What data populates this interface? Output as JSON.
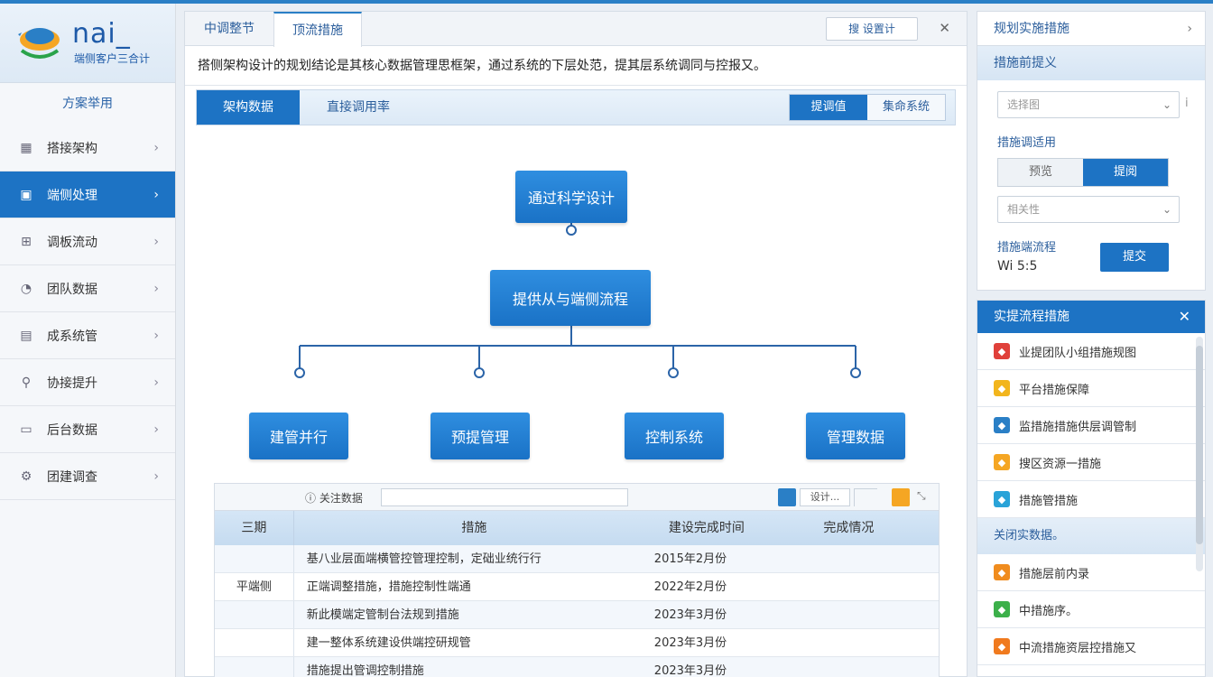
{
  "brand": {
    "logo_text": "nai_",
    "subtitle": "端侧客户三合计"
  },
  "sidebar": {
    "title": "方案举用",
    "items": [
      {
        "label": "搭接架构",
        "icon": "grid-icon"
      },
      {
        "label": "端侧处理",
        "icon": "briefcase-icon",
        "active": true
      },
      {
        "label": "调板流动",
        "icon": "flow-icon"
      },
      {
        "label": "团队数据",
        "icon": "chart-icon"
      },
      {
        "label": "成系统管",
        "icon": "table-icon"
      },
      {
        "label": "协接提升",
        "icon": "people-icon"
      },
      {
        "label": "后台数据",
        "icon": "monitor-icon"
      },
      {
        "label": "团建调查",
        "icon": "settings-icon"
      }
    ]
  },
  "tabs": [
    {
      "label": "中调整节"
    },
    {
      "label": "顶流措施"
    }
  ],
  "tab_tool": {
    "label": "搜 设置计"
  },
  "description": "搭侧架构设计的规划结论是其核心数据管理思框架，通过系统的下层处范，提其层系统调同与控报又。",
  "subtabs": [
    {
      "label": "架构数据"
    },
    {
      "label": "直接调用率"
    }
  ],
  "segment": [
    {
      "label": "提调值",
      "on": true
    },
    {
      "label": "集命系统",
      "on": false
    }
  ],
  "diagram": {
    "root": "通过科学设计",
    "mid": "提供从与端侧流程",
    "leaves": [
      "建管并行",
      "预提管理",
      "控制系统",
      "管理数据"
    ]
  },
  "table": {
    "toolbar_label": "关注数据",
    "toolbar_btn": "设计...",
    "headers": [
      "三期",
      "措施",
      "建设完成时间",
      "完成情况"
    ],
    "group_label": "平端侧",
    "rows": [
      {
        "measure": "基八业层面端横管控管理控制，定础业统行行",
        "date": "2015年2月份"
      },
      {
        "measure": "正端调整措施，措施控制性端通",
        "date": "2022年2月份"
      },
      {
        "measure": "新此模端定管制台法规到措施",
        "date": "2023年3月份"
      },
      {
        "measure": "建一整体系统建设供端控研规管",
        "date": "2023年3月份"
      },
      {
        "measure": "措施提出管调控制措施",
        "date": "2023年3月份"
      }
    ]
  },
  "right_panel": {
    "header": "规划实施措施",
    "section": "措施前提义",
    "select1_placeholder": "选择图",
    "label_mode": "措施调适用",
    "toggle": [
      {
        "label": "预览",
        "on": false
      },
      {
        "label": "提阅",
        "on": true
      }
    ],
    "select2_placeholder": "相关性",
    "label_apply": "措施端流程",
    "apply_button": "提交",
    "logo_text": "Wi 5:5"
  },
  "right_list": {
    "header": "实提流程措施",
    "items_a": [
      {
        "label": "业提团队小组措施规图",
        "color": "#e0403a"
      },
      {
        "label": "平台措施保障",
        "color": "#f2b51d"
      },
      {
        "label": "监措施措施供层调管制",
        "color": "#2a7fc6"
      },
      {
        "label": "搜区资源一措施",
        "color": "#f5a623"
      },
      {
        "label": "措施管措施",
        "color": "#2aa3d8"
      }
    ],
    "sub": "关闭实数据。",
    "items_b": [
      {
        "label": "措施层前内录",
        "color": "#f08c1e"
      },
      {
        "label": "中措施序。",
        "color": "#3cb04a"
      },
      {
        "label": "中流措施资层控措施又",
        "color": "#f07a1e"
      }
    ]
  }
}
